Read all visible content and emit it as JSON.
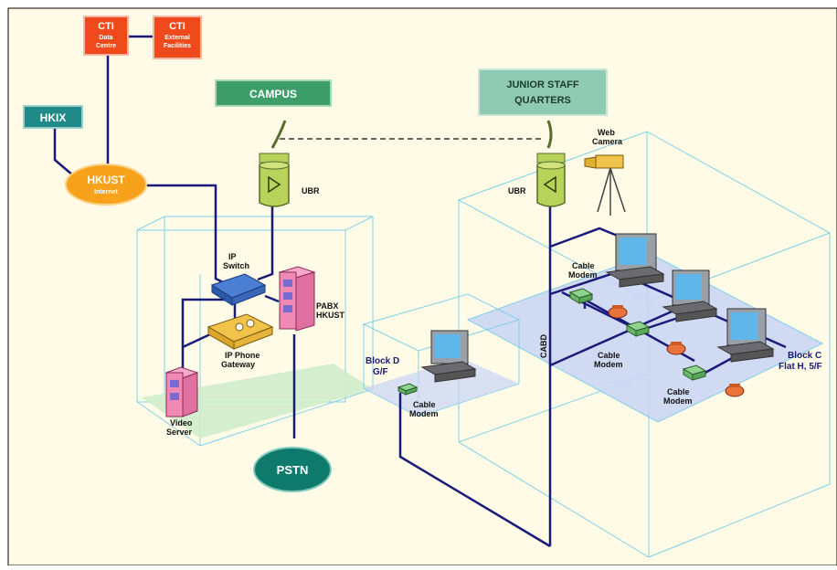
{
  "colors": {
    "background": "#fffbe7",
    "cube_edge": "#7fd0e8",
    "link": "#1a1a7a",
    "cti": "#f04a1c",
    "hkix": "#1f8a88",
    "hkust": "#f7a21a",
    "campus": "#3e9e6a",
    "junior": "#8fcbb3",
    "pstn": "#0e7a6c",
    "floor_campus": "#cfeccb",
    "floor_junior": "#c9d4f5"
  },
  "nodes": {
    "cti_data": {
      "line1": "CTI",
      "line2": "Data",
      "line3": "Centre"
    },
    "cti_ext": {
      "line1": "CTI",
      "line2": "External",
      "line3": "Facilities"
    },
    "hkix": "HKIX",
    "hkust": {
      "line1": "HKUST",
      "line2": "Internet"
    },
    "campus": "CAMPUS",
    "junior": {
      "line1": "JUNIOR STAFF",
      "line2": "QUARTERS"
    },
    "pstn": "PSTN"
  },
  "labels": {
    "ubr_left": "UBR",
    "ubr_right": "UBR",
    "ip_switch": {
      "line1": "IP",
      "line2": "Switch"
    },
    "pabx": {
      "line1": "PABX",
      "line2": "HKUST"
    },
    "ip_phone_gateway": {
      "line1": "IP Phone",
      "line2": "Gateway"
    },
    "video_server": {
      "line1": "Video",
      "line2": "Server"
    },
    "web_camera": {
      "line1": "Web",
      "line2": "Camera"
    },
    "cabd": "CABD",
    "block_d": {
      "line1": "Block D",
      "line2": "G/F"
    },
    "block_c": {
      "line1": "Block C",
      "line2": "Flat H, 5/F"
    },
    "cable_modem_1": {
      "line1": "Cable",
      "line2": "Modem"
    },
    "cable_modem_2": {
      "line1": "Cable",
      "line2": "Modem"
    },
    "cable_modem_3": {
      "line1": "Cable",
      "line2": "Modem"
    },
    "cable_modem_4": {
      "line1": "Cable",
      "line2": "Modem"
    }
  }
}
